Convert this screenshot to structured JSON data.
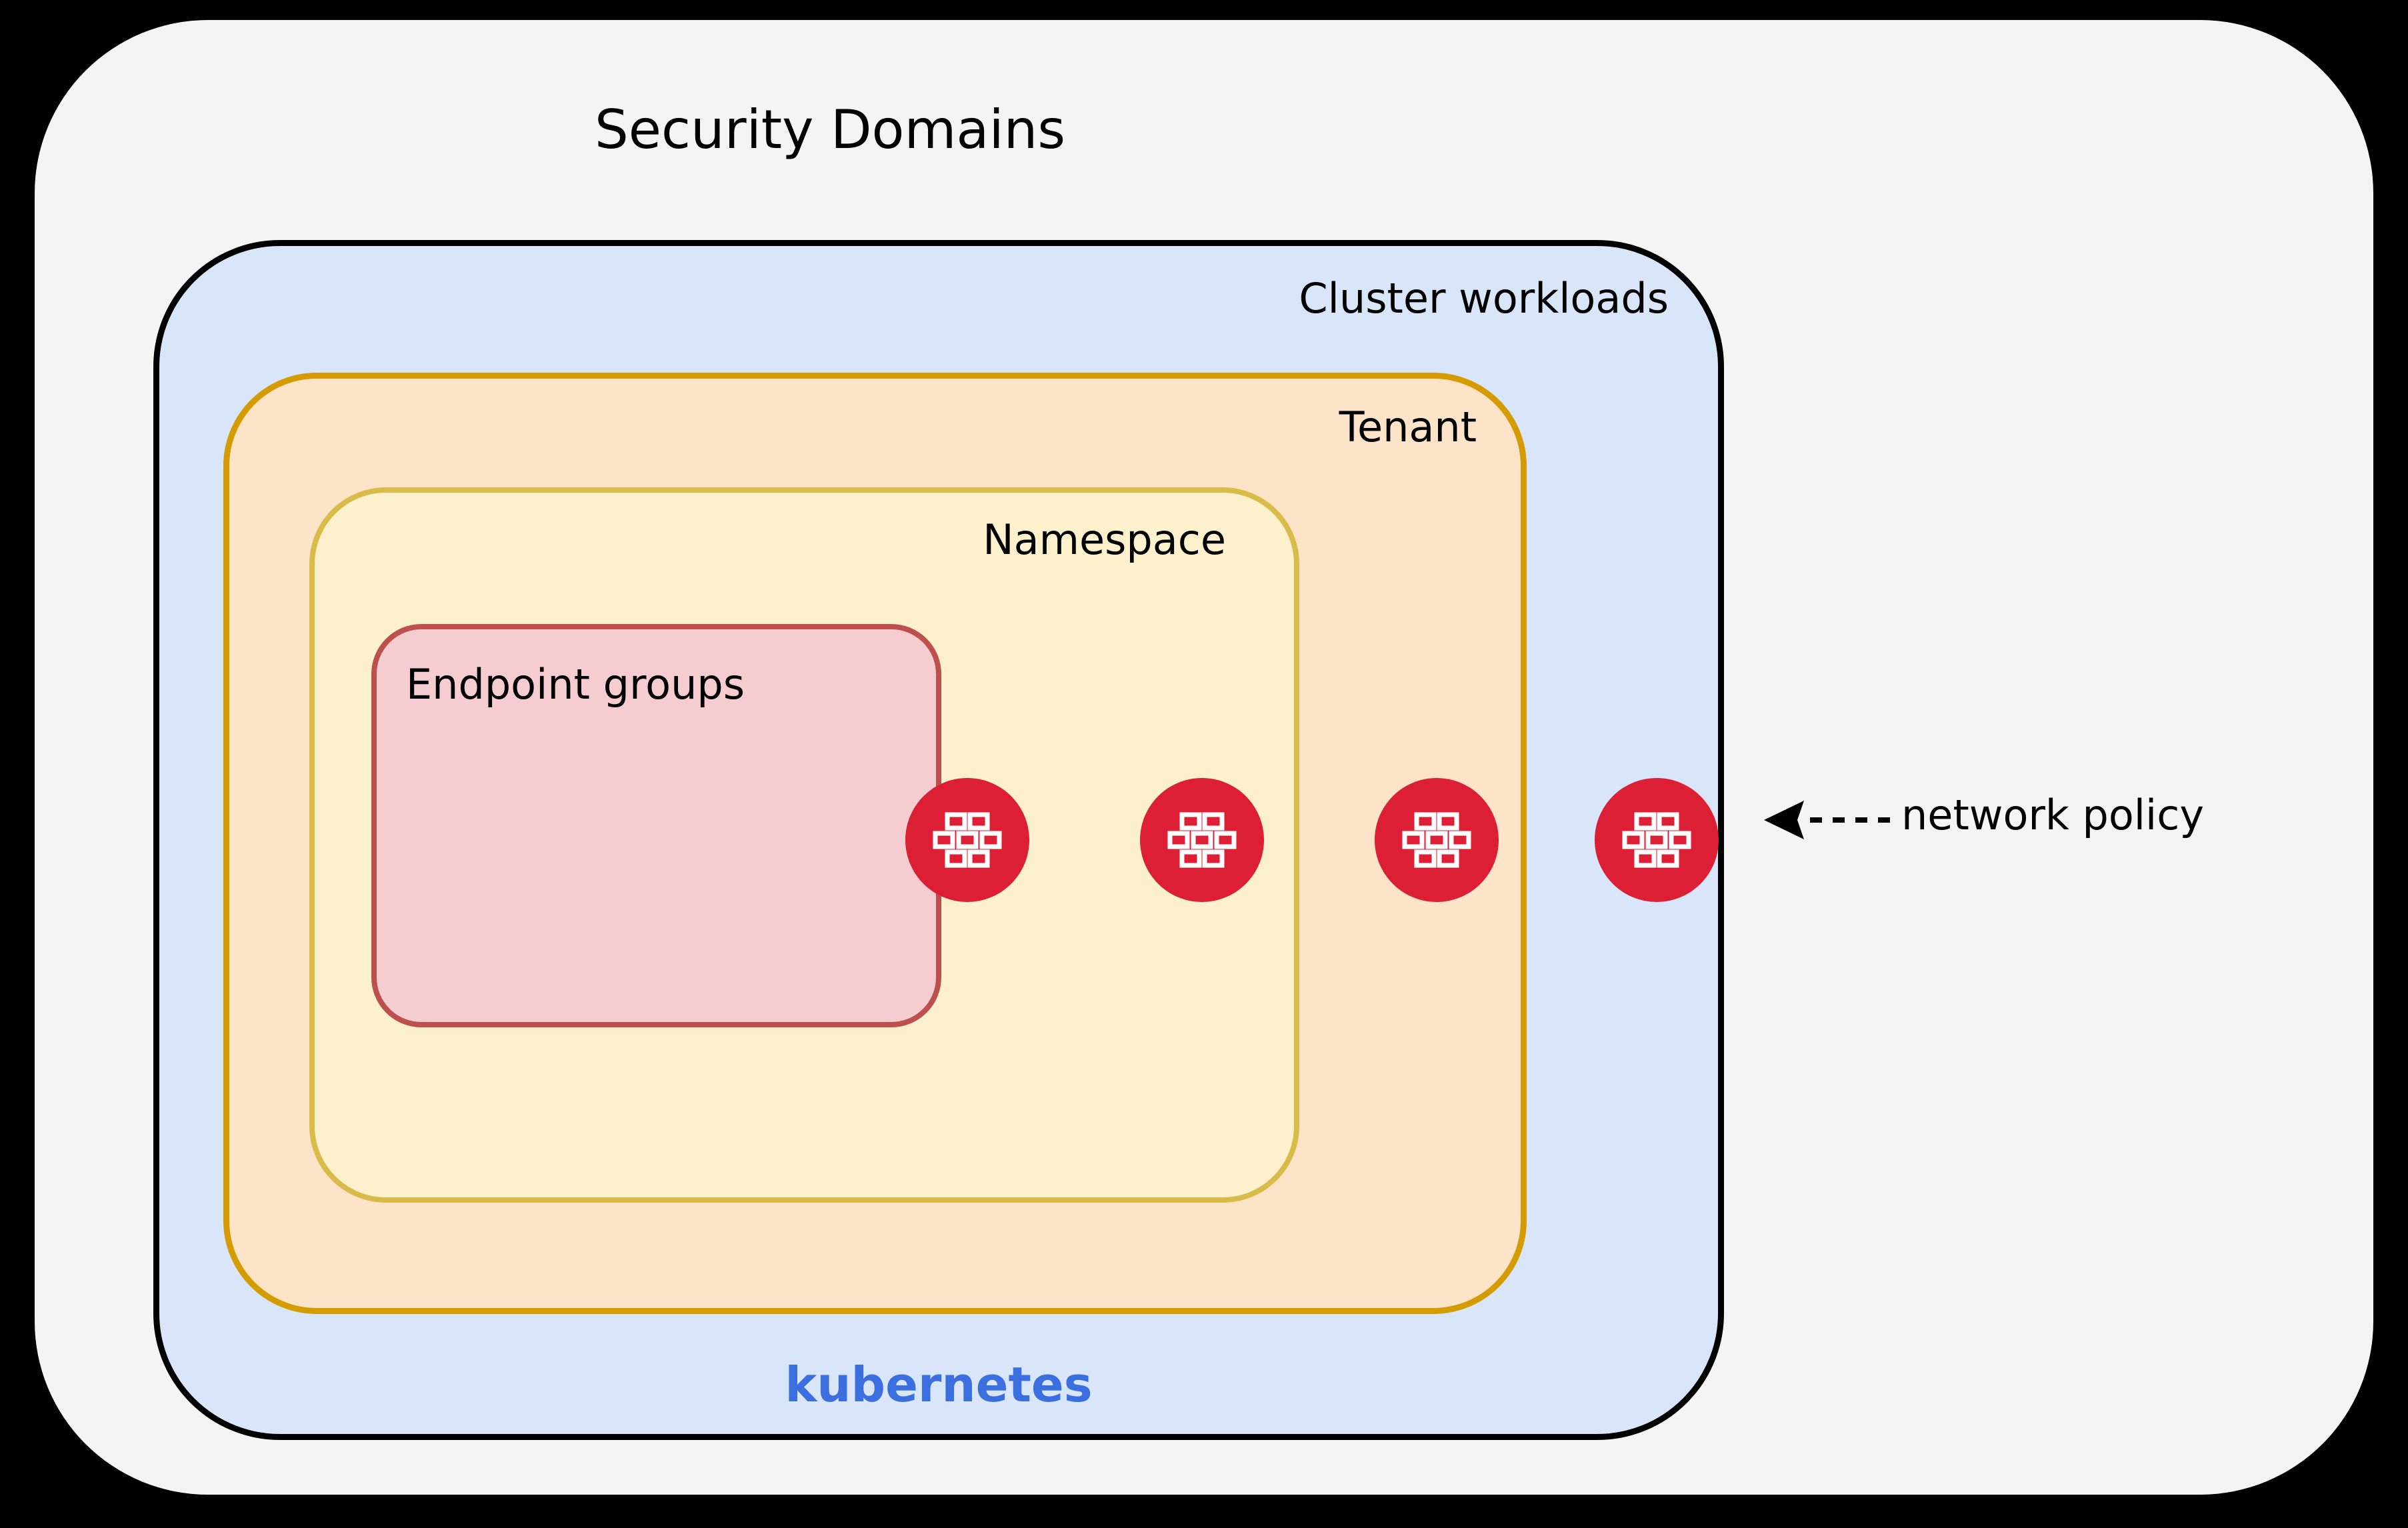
{
  "diagram": {
    "title": "Security Domains",
    "background_color": "#f4f4f4",
    "canvas_color": "#000000",
    "domains": [
      {
        "key": "cluster",
        "label": "Cluster workloads",
        "fill": "#d9e6f9",
        "stroke": "#000000",
        "footer_label": "kubernetes",
        "footer_color": "#3b6fe0"
      },
      {
        "key": "tenant",
        "label": "Tenant",
        "fill": "#fde3c8",
        "stroke": "#d49c00"
      },
      {
        "key": "namespace",
        "label": "Namespace",
        "fill": "#fdf0cc",
        "stroke": "#d9bb49"
      },
      {
        "key": "endpoint",
        "label": "Endpoint groups",
        "fill": "#f5cdd1",
        "stroke": "#bd504f"
      }
    ],
    "markers": {
      "icon_name": "firewall-brick-icon",
      "color": "#dc1f35",
      "count": 4,
      "boundaries": [
        "endpoint",
        "namespace",
        "tenant",
        "cluster"
      ]
    },
    "annotation": {
      "text": "network policy",
      "arrow_style": "dashed-left-arrow"
    }
  }
}
